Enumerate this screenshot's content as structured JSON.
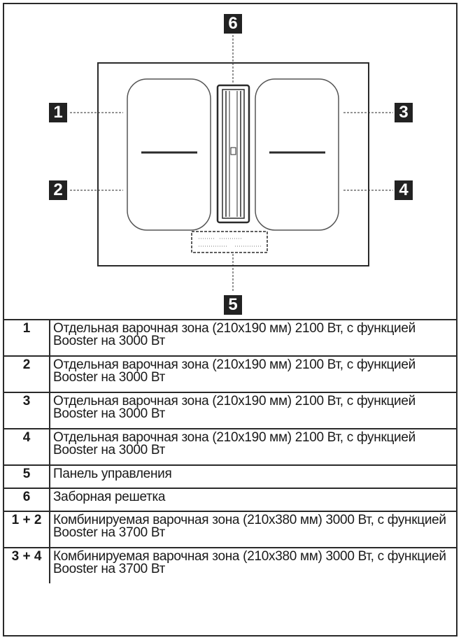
{
  "callouts": {
    "c1": "1",
    "c2": "2",
    "c3": "3",
    "c4": "4",
    "c5": "5",
    "c6": "6"
  },
  "legend": [
    {
      "num": "1",
      "text": "Отдельная варочная зона (210x190 мм) 2100 Вт, с функцией Booster на 3000 Вт"
    },
    {
      "num": "2",
      "text": "Отдельная варочная зона (210x190 мм) 2100 Вт, с функцией Booster на 3000 Вт"
    },
    {
      "num": "3",
      "text": "Отдельная варочная зона (210x190 мм) 2100 Вт, с функцией Booster на 3000 Вт"
    },
    {
      "num": "4",
      "text": "Отдельная варочная зона (210x190 мм) 2100 Вт, с функцией Booster на 3000 Вт"
    },
    {
      "num": "5",
      "text": "Панель управления"
    },
    {
      "num": "6",
      "text": "Заборная решетка"
    },
    {
      "num": "1 + 2",
      "text": "Комбинируемая варочная зона (210x380 мм) 3000 Вт, с функцией Booster на 3700 Вт"
    },
    {
      "num": "3 + 4",
      "text": "Комбинируемая варочная зона (210x380 мм) 3000 Вт, с функцией Booster на 3700 Вт"
    }
  ],
  "colors": {
    "line": "#2a2a2a",
    "callout_bg": "#222222",
    "callout_text": "#ffffff"
  }
}
